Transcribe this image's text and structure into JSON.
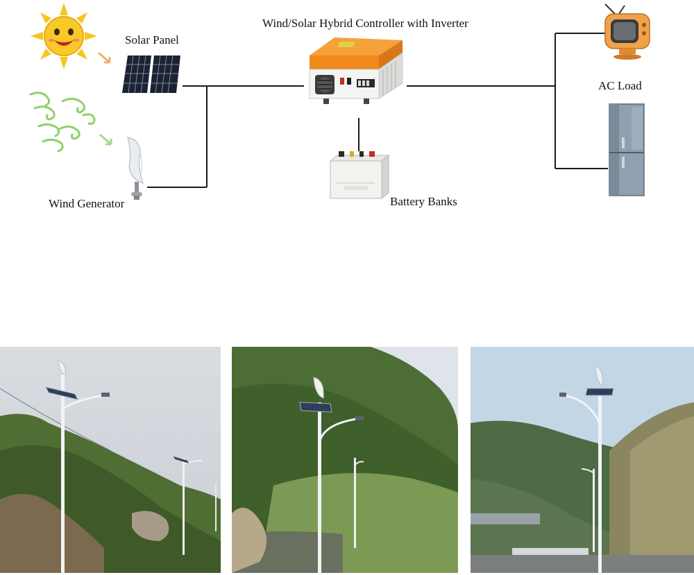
{
  "diagram": {
    "labels": {
      "solar_panel": "Solar Panel",
      "controller": "Wind/Solar Hybrid Controller with Inverter",
      "ac_load": "AC Load",
      "wind_generator": "Wind Generator",
      "battery_banks": "Battery Banks"
    },
    "icons": [
      "sun-icon",
      "wind-icon",
      "solar-panel-icon",
      "wind-turbine-icon",
      "controller-inverter-icon",
      "battery-icon",
      "tv-icon",
      "refrigerator-icon"
    ],
    "colors": {
      "wire": "#1a1a1a",
      "sun": "#f7c51e",
      "controller": "#f08a1c",
      "wind_swirl": "#8fd16a",
      "arrow": "#f0b070"
    }
  },
  "photos": [
    {
      "name": "street-light-photo-1"
    },
    {
      "name": "street-light-photo-2"
    },
    {
      "name": "street-light-photo-3"
    }
  ]
}
